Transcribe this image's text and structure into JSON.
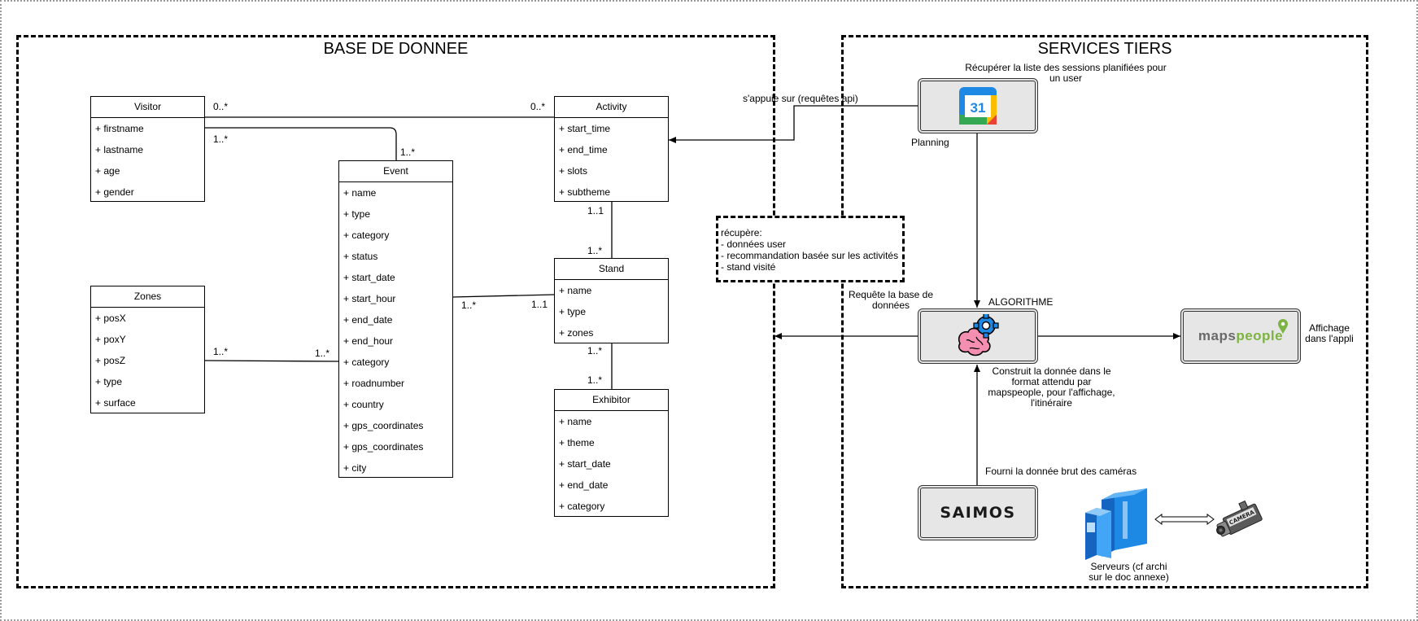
{
  "groups": {
    "database": "BASE DE DONNEE",
    "third_party": "SERVICES TIERS"
  },
  "classes": {
    "visitor": {
      "name": "Visitor",
      "attrs": [
        "+ firstname",
        "+ lastname",
        "+ age",
        "+ gender"
      ]
    },
    "zones": {
      "name": "Zones",
      "attrs": [
        "+ posX",
        "+ poxY",
        "+ posZ",
        "+ type",
        "+ surface"
      ]
    },
    "event": {
      "name": "Event",
      "attrs": [
        "+ name",
        "+ type",
        "+ category",
        "+ status",
        "+ start_date",
        "+ start_hour",
        "+ end_date",
        "+ end_hour",
        "+ category",
        "+ roadnumber",
        "+ country",
        "+ gps_coordinates",
        "+ gps_coordinates",
        "+ city"
      ]
    },
    "activity": {
      "name": "Activity",
      "attrs": [
        "+ start_time",
        "+ end_time",
        "+ slots",
        "+ subtheme"
      ]
    },
    "stand": {
      "name": "Stand",
      "attrs": [
        "+ name",
        "+ type",
        "+ zones"
      ]
    },
    "exhibitor": {
      "name": "Exhibitor",
      "attrs": [
        "+ name",
        "+ theme",
        "+ start_date",
        "+ end_date",
        "+ category"
      ]
    }
  },
  "multiplicities": {
    "visitor_activity_left": "0..*",
    "visitor_activity_right": "0..*",
    "visitor_event_left": "1..*",
    "visitor_event_right": "1..*",
    "zones_event_left": "1..*",
    "zones_event_right": "1..*",
    "event_stand_left": "1..*",
    "event_stand_right": "1..1",
    "activity_stand_top": "1..1",
    "activity_stand_bottom": "1..*",
    "stand_exhibitor_top": "1..*",
    "stand_exhibitor_bottom": "1..*"
  },
  "services": {
    "planning": {
      "label": "Planning",
      "icon": "google-calendar-icon",
      "day": "31"
    },
    "algorithm": {
      "label": "ALGORITHME",
      "icon": "brain-gear-icon"
    },
    "mapspeople": {
      "logo_maps": "maps",
      "logo_people": "people",
      "caption": "Affichage\ndans l'appli"
    },
    "saimos": {
      "logo": "SAIMOS"
    },
    "servers": {
      "caption": "Serveurs (cf archi\nsur le doc annexe)",
      "camera_label": "CAMERA"
    }
  },
  "annotations": {
    "planning_top": "Récupérer la liste des sessions planifiées pour\nun  user",
    "relies_on": "s'appuie sur (requêtes api)",
    "db_request": "Requête la base de\ndonnées",
    "build_data": "Construit la donnée dans le\nformat attendu par\nmapspeople, pour l'affichage,\nl'itinéraire",
    "raw_camera": "Fourni la donnée brut des caméras"
  },
  "note": {
    "title": "récupère:",
    "lines": [
      "- données user",
      "- recommandation basée sur les activités",
      "- stand visité"
    ]
  },
  "colors": {
    "mapspeople_green": "#7cb342",
    "maps_grey": "#6a6a6a",
    "server_blue": "#1e88e5",
    "brain_pink": "#f48fb1",
    "gear_blue": "#1e88e5"
  }
}
